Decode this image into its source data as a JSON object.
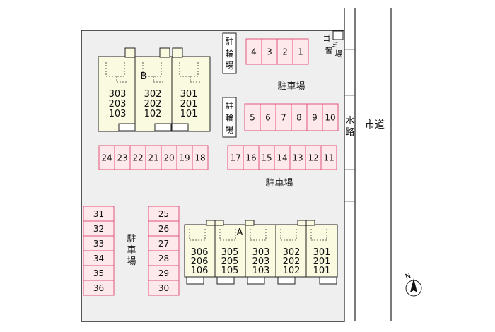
{
  "labels": {
    "bicycle_parking": [
      "駐",
      "輪",
      "場"
    ],
    "parking": "駐車場",
    "parking_vertical": [
      "駐",
      "車",
      "場"
    ],
    "garbage": [
      "ゴ",
      "ミ",
      "置",
      "場"
    ],
    "waterway": [
      "水",
      "路"
    ],
    "city_road": "市道",
    "north": "N"
  },
  "building_b": {
    "label": "B",
    "units": [
      {
        "rooms": [
          "303",
          "203",
          "103"
        ]
      },
      {
        "rooms": [
          "302",
          "202",
          "102"
        ]
      },
      {
        "rooms": [
          "301",
          "201",
          "101"
        ]
      }
    ]
  },
  "building_a": {
    "label": "A",
    "units": [
      {
        "rooms": [
          "306",
          "206",
          "106"
        ]
      },
      {
        "rooms": [
          "305",
          "205",
          "105"
        ]
      },
      {
        "rooms": [
          "303",
          "203",
          "103"
        ]
      },
      {
        "rooms": [
          "302",
          "202",
          "102"
        ]
      },
      {
        "rooms": [
          "301",
          "201",
          "101"
        ]
      }
    ]
  },
  "parking_spaces": {
    "top_row": [
      "4",
      "3",
      "2",
      "1"
    ],
    "upper_right_row": [
      "5",
      "6",
      "7",
      "8",
      "9",
      "10"
    ],
    "middle_left_row": [
      "24",
      "23",
      "22",
      "21",
      "20",
      "19",
      "18"
    ],
    "middle_right_row": [
      "17",
      "16",
      "15",
      "14",
      "13",
      "12",
      "11"
    ],
    "left_column": [
      "31",
      "32",
      "33",
      "34",
      "35",
      "36"
    ],
    "center_column": [
      "25",
      "26",
      "27",
      "28",
      "29",
      "30"
    ]
  },
  "colors": {
    "site_fill": "#efefef",
    "site_stroke": "#222222",
    "building_fill": "#fafae0",
    "parking_fill": "#fde8ec",
    "parking_stroke": "#e0567a",
    "ink": "#111111"
  }
}
